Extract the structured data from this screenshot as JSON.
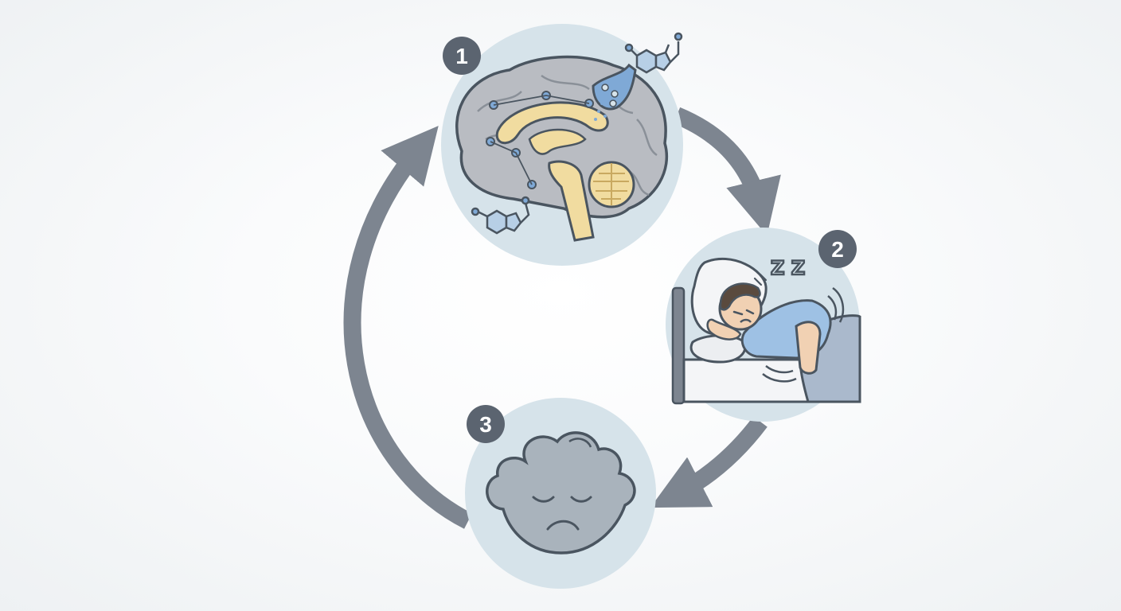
{
  "steps": [
    {
      "number": "1",
      "subject": "brain-with-neurotransmitters"
    },
    {
      "number": "2",
      "subject": "person-sleeping-restlessly"
    },
    {
      "number": "3",
      "subject": "sad-cloud-face"
    }
  ],
  "sleep_glyph": "Z Z",
  "colors": {
    "arrow": "#7d8590",
    "circle_fill": "#d6e3ea",
    "badge": "#5b6470",
    "outline": "#4a5560",
    "brain": "#b9bcc2",
    "brain_inner": "#f1dca0",
    "accent_blue": "#7fa9d6",
    "cloud": "#a9b3bc"
  },
  "icons": [
    "brain-icon",
    "molecule-icon",
    "synapse-icon",
    "bed-icon",
    "sleeping-person-icon",
    "sad-cloud-icon",
    "cycle-arrow-icon"
  ]
}
